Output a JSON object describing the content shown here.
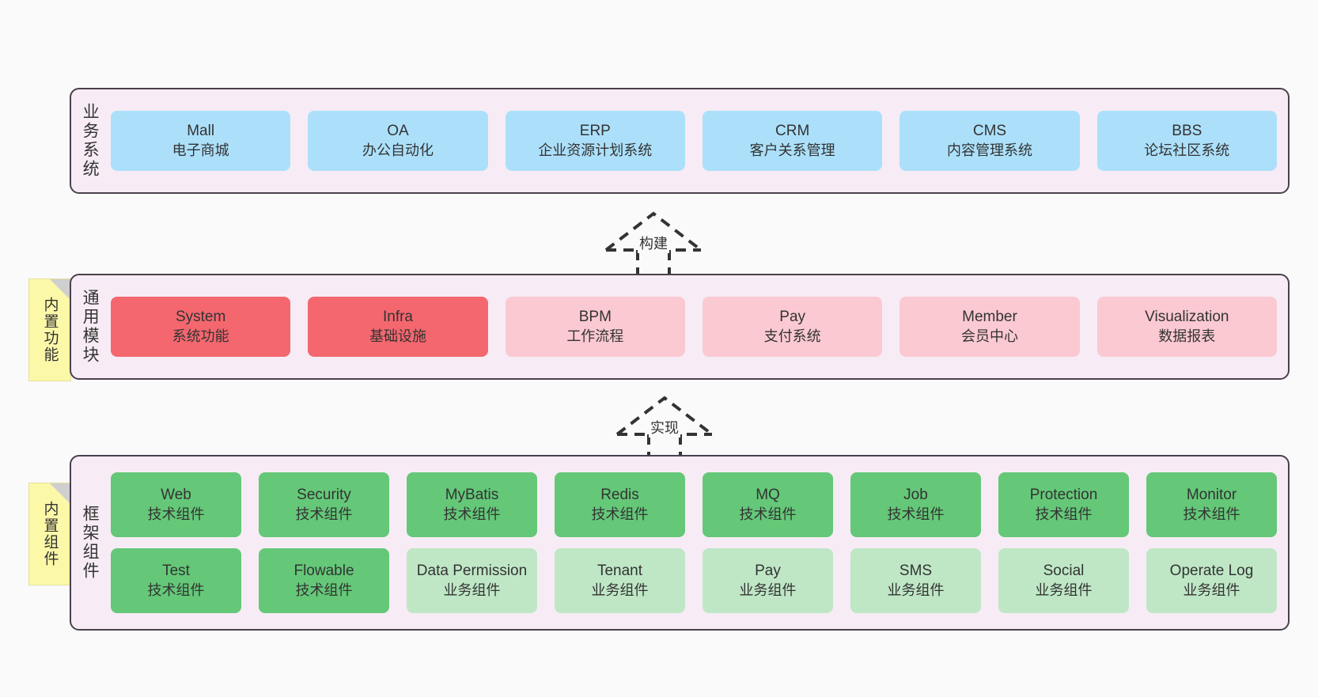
{
  "diagram": {
    "background_color": "#fafafa",
    "panel_background": "#f7ecf5",
    "panel_border": "#4a414d"
  },
  "layers": {
    "business": {
      "caption": "业务系统",
      "color": "#ace0fa",
      "nodes": [
        {
          "en": "Mall",
          "cn": "电子商城"
        },
        {
          "en": "OA",
          "cn": "办公自动化"
        },
        {
          "en": "ERP",
          "cn": "企业资源计划系统"
        },
        {
          "en": "CRM",
          "cn": "客户关系管理"
        },
        {
          "en": "CMS",
          "cn": "内容管理系统"
        },
        {
          "en": "BBS",
          "cn": "论坛社区系统"
        }
      ]
    },
    "common": {
      "caption": "通用模块",
      "note": "内置功能",
      "color_solid": "#f4676f",
      "color_light": "#fbc9d1",
      "nodes": [
        {
          "en": "System",
          "cn": "系统功能"
        },
        {
          "en": "Infra",
          "cn": "基础设施"
        },
        {
          "en": "BPM",
          "cn": "工作流程"
        },
        {
          "en": "Pay",
          "cn": "支付系统"
        },
        {
          "en": "Member",
          "cn": "会员中心"
        },
        {
          "en": "Visualization",
          "cn": "数据报表"
        }
      ]
    },
    "framework": {
      "caption": "框架组件",
      "note": "内置组件",
      "color_solid": "#64c878",
      "color_light": "#bfe7c6",
      "row1": [
        {
          "en": "Web",
          "cn": "技术组件"
        },
        {
          "en": "Security",
          "cn": "技术组件"
        },
        {
          "en": "MyBatis",
          "cn": "技术组件"
        },
        {
          "en": "Redis",
          "cn": "技术组件"
        },
        {
          "en": "MQ",
          "cn": "技术组件"
        },
        {
          "en": "Job",
          "cn": "技术组件"
        },
        {
          "en": "Protection",
          "cn": "技术组件"
        },
        {
          "en": "Monitor",
          "cn": "技术组件"
        }
      ],
      "row2": [
        {
          "en": "Test",
          "cn": "技术组件"
        },
        {
          "en": "Flowable",
          "cn": "技术组件"
        },
        {
          "en": "Data Permission",
          "cn": "业务组件"
        },
        {
          "en": "Tenant",
          "cn": "业务组件"
        },
        {
          "en": "Pay",
          "cn": "业务组件"
        },
        {
          "en": "SMS",
          "cn": "业务组件"
        },
        {
          "en": "Social",
          "cn": "业务组件"
        },
        {
          "en": "Operate Log",
          "cn": "业务组件"
        }
      ]
    }
  },
  "arrows": [
    {
      "id": "build",
      "label": "构建",
      "style": "dashed-generalization",
      "direction": "up"
    },
    {
      "id": "implement",
      "label": "实现",
      "style": "dashed-generalization",
      "direction": "up"
    }
  ]
}
